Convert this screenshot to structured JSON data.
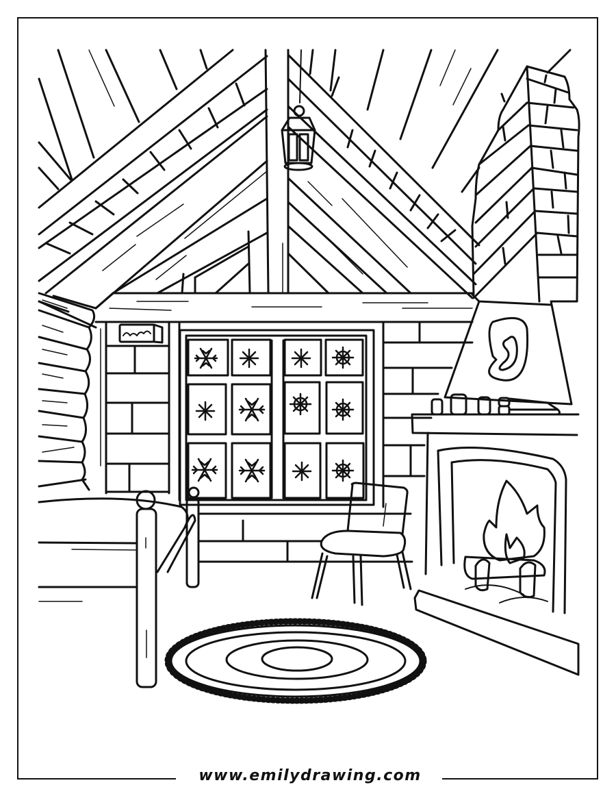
{
  "page": {
    "type": "coloring-page",
    "subject": "cozy log cabin attic room with fireplace, window with snowflakes, chair, bed and round rug",
    "stroke_color": "#111111",
    "background_color": "#ffffff"
  },
  "illustration": {
    "elements": [
      {
        "name": "vaulted-roof-beams",
        "label": "Vaulted roof beams"
      },
      {
        "name": "hanging-lantern",
        "label": "Hanging lantern"
      },
      {
        "name": "stone-chimney",
        "label": "Stone chimney"
      },
      {
        "name": "log-wall",
        "label": "Log wall"
      },
      {
        "name": "snowflake-window",
        "label": "Window with 12 panes of snowflakes"
      },
      {
        "name": "wall-sign",
        "label": "Small wall sign"
      },
      {
        "name": "chair",
        "label": "Chair"
      },
      {
        "name": "bed",
        "label": "Bed"
      },
      {
        "name": "fireplace",
        "label": "Fireplace with fire and logs"
      },
      {
        "name": "mantel-items",
        "label": "Cups and books on mantel"
      },
      {
        "name": "round-rug",
        "label": "Round fringed rug"
      }
    ],
    "window_panes": [
      [
        "snowflake",
        "star",
        "star",
        "snowflake-round"
      ],
      [
        "star",
        "snowflake",
        "snowflake-round",
        "snowflake-round"
      ],
      [
        "snowflake",
        "snowflake",
        "star",
        "snowflake-round"
      ]
    ]
  },
  "footer": {
    "url_text": "www.emilydrawing.com"
  }
}
